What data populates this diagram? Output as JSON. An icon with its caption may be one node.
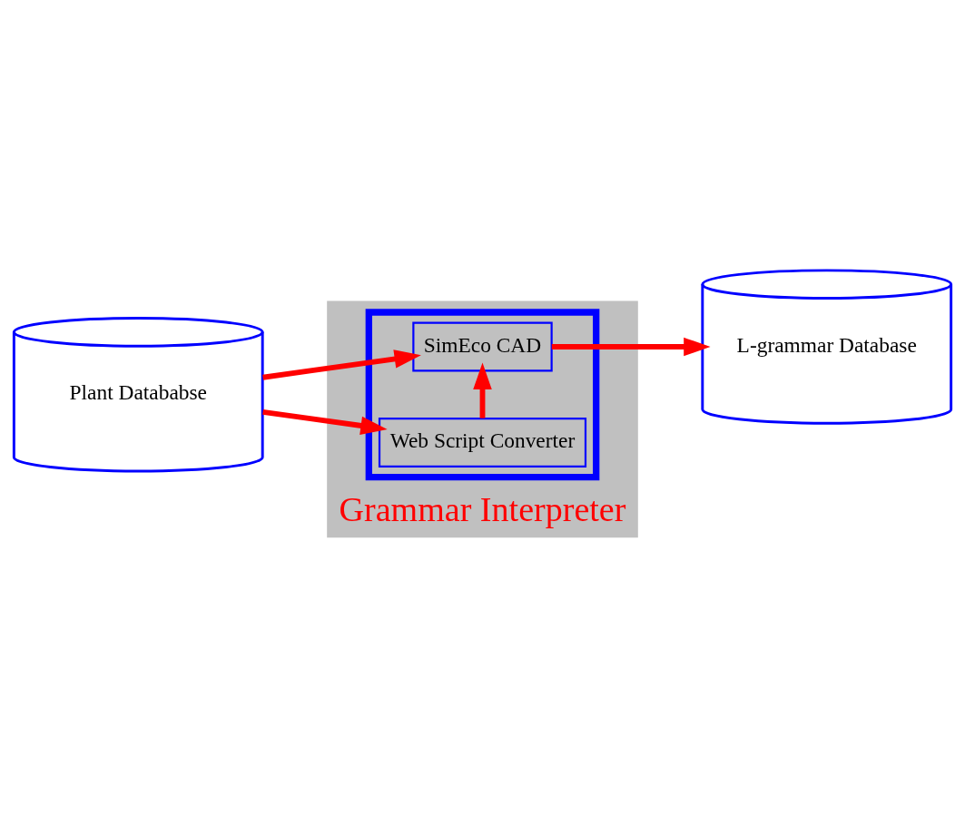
{
  "diagram": {
    "nodes": [
      {
        "text": [
          "Plant Datababse"
        ]
      },
      {
        "text": [
          "Grammar Interpreter"
        ]
      },
      {
        "text": [],
        "shape": "box",
        "in": 1
      },
      {
        "text": [
          "Web Script Converter"
        ],
        "in": 2
      },
      {
        "text": [
          "SimEco CAD"
        ],
        "in": 2
      },
      {
        "text": [
          "L-grammar Database"
        ]
      }
    ],
    "edges": [
      {
        "from": 0,
        "to": 3,
        "arrow": "to"
      },
      {
        "from": 0,
        "to": 4,
        "arrow": "to"
      },
      {
        "from": 3,
        "to": 4,
        "arrow": "to"
      },
      {
        "from": 4,
        "to": 5,
        "arrow": "to"
      }
    ]
  }
}
